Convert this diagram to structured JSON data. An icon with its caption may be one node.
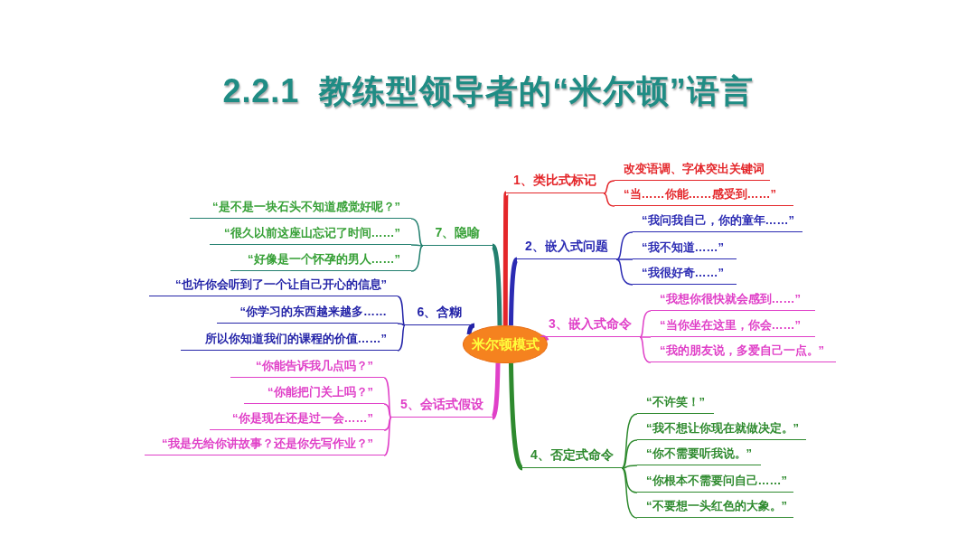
{
  "diagram": {
    "title": "2.2.1  教练型领导者的“米尔顿”语言",
    "nodes": [
      {
        "text": [
          "米尔顿模式"
        ]
      },
      {
        "text": [
          "1、类比式标记"
        ]
      },
      {
        "text": [
          "改变语调、字体突出关键词"
        ]
      },
      {
        "text": [
          "“当……你能……感受到……”"
        ]
      },
      {
        "text": [
          "2、嵌入式问题"
        ]
      },
      {
        "text": [
          "“我问我自己，你的童年……”"
        ]
      },
      {
        "text": [
          "“我不知道……”"
        ]
      },
      {
        "text": [
          "“我很好奇……”"
        ]
      },
      {
        "text": [
          "3、嵌入式命令"
        ]
      },
      {
        "text": [
          "“我想你很快就会感到……”"
        ]
      },
      {
        "text": [
          "“当你坐在这里，你会……”"
        ]
      },
      {
        "text": [
          "“我的朋友说，多爱自己一点。”"
        ]
      },
      {
        "text": [
          "4、否定式命令"
        ]
      },
      {
        "text": [
          "“不许笑！”"
        ]
      },
      {
        "text": [
          "“我不想让你现在就做决定。”"
        ]
      },
      {
        "text": [
          "“你不需要听我说。”"
        ]
      },
      {
        "text": [
          "“你根本不需要问自己……”"
        ]
      },
      {
        "text": [
          "“不要想一头红色的大象。”"
        ]
      },
      {
        "text": [
          "5、会话式假设"
        ]
      },
      {
        "text": [
          "“你能告诉我几点吗？”"
        ]
      },
      {
        "text": [
          "“你能把门关上吗？”"
        ]
      },
      {
        "text": [
          "“你是现在还是过一会……”"
        ]
      },
      {
        "text": [
          "“我是先给你讲故事？还是你先写作业？”"
        ]
      },
      {
        "text": [
          "6、含糊"
        ]
      },
      {
        "text": [
          "“也许你会听到了一个让自己开心的信息”"
        ]
      },
      {
        "text": [
          "“你学习的东西越来越多……"
        ]
      },
      {
        "text": [
          "所以你知道我们的课程的价值……”"
        ]
      },
      {
        "text": [
          "7、隐喻"
        ]
      },
      {
        "text": [
          "“是不是一块石头不知道感觉好呢？”"
        ]
      },
      {
        "text": [
          "“很久以前这座山忘记了时间……”"
        ]
      },
      {
        "text": [
          "“好像是一个怀孕的男人……”"
        ]
      }
    ],
    "edges": [
      {
        "from": 0,
        "to": 1,
        "arrow": "none",
        "style": "thick",
        "color": "#e4262a"
      },
      {
        "from": 1,
        "to": 2,
        "arrow": "none",
        "color": "#e4262a"
      },
      {
        "from": 1,
        "to": 3,
        "arrow": "none",
        "color": "#e4262a"
      },
      {
        "from": 0,
        "to": 4,
        "arrow": "none",
        "style": "thick",
        "color": "#2b2bb3"
      },
      {
        "from": 4,
        "to": 5,
        "arrow": "none",
        "color": "#2b2bb3"
      },
      {
        "from": 4,
        "to": 6,
        "arrow": "none",
        "color": "#2b2bb3"
      },
      {
        "from": 4,
        "to": 7,
        "arrow": "none",
        "color": "#2b2bb3"
      },
      {
        "from": 0,
        "to": 8,
        "arrow": "none",
        "style": "thick",
        "color": "#e040c8"
      },
      {
        "from": 8,
        "to": 9,
        "arrow": "none",
        "color": "#e040c8"
      },
      {
        "from": 8,
        "to": 10,
        "arrow": "none",
        "color": "#e040c8"
      },
      {
        "from": 8,
        "to": 11,
        "arrow": "none",
        "color": "#e040c8"
      },
      {
        "from": 0,
        "to": 12,
        "arrow": "none",
        "style": "thick",
        "color": "#2e8a2e"
      },
      {
        "from": 12,
        "to": 13,
        "arrow": "none",
        "color": "#2e8a2e"
      },
      {
        "from": 12,
        "to": 14,
        "arrow": "none",
        "color": "#2e8a2e"
      },
      {
        "from": 12,
        "to": 15,
        "arrow": "none",
        "color": "#2e8a2e"
      },
      {
        "from": 12,
        "to": 16,
        "arrow": "none",
        "color": "#2e8a2e"
      },
      {
        "from": 12,
        "to": 17,
        "arrow": "none",
        "color": "#2e8a2e"
      },
      {
        "from": 0,
        "to": 18,
        "arrow": "none",
        "style": "thick",
        "color": "#e040c8"
      },
      {
        "from": 18,
        "to": 19,
        "arrow": "none",
        "color": "#e040c8"
      },
      {
        "from": 18,
        "to": 20,
        "arrow": "none",
        "color": "#e040c8"
      },
      {
        "from": 18,
        "to": 21,
        "arrow": "none",
        "color": "#e040c8"
      },
      {
        "from": 18,
        "to": 22,
        "arrow": "none",
        "color": "#e040c8"
      },
      {
        "from": 0,
        "to": 23,
        "arrow": "none",
        "style": "thick",
        "color": "#2424a8"
      },
      {
        "from": 23,
        "to": 24,
        "arrow": "none",
        "color": "#2424a8"
      },
      {
        "from": 23,
        "to": 25,
        "arrow": "none",
        "color": "#2424a8"
      },
      {
        "from": 23,
        "to": 26,
        "arrow": "none",
        "color": "#2424a8"
      },
      {
        "from": 0,
        "to": 27,
        "arrow": "none",
        "style": "thick",
        "color": "#23806f"
      },
      {
        "from": 27,
        "to": 28,
        "arrow": "none",
        "color": "#23806f"
      },
      {
        "from": 27,
        "to": 29,
        "arrow": "none",
        "color": "#23806f"
      },
      {
        "from": 27,
        "to": 30,
        "arrow": "none",
        "color": "#23806f"
      }
    ]
  }
}
